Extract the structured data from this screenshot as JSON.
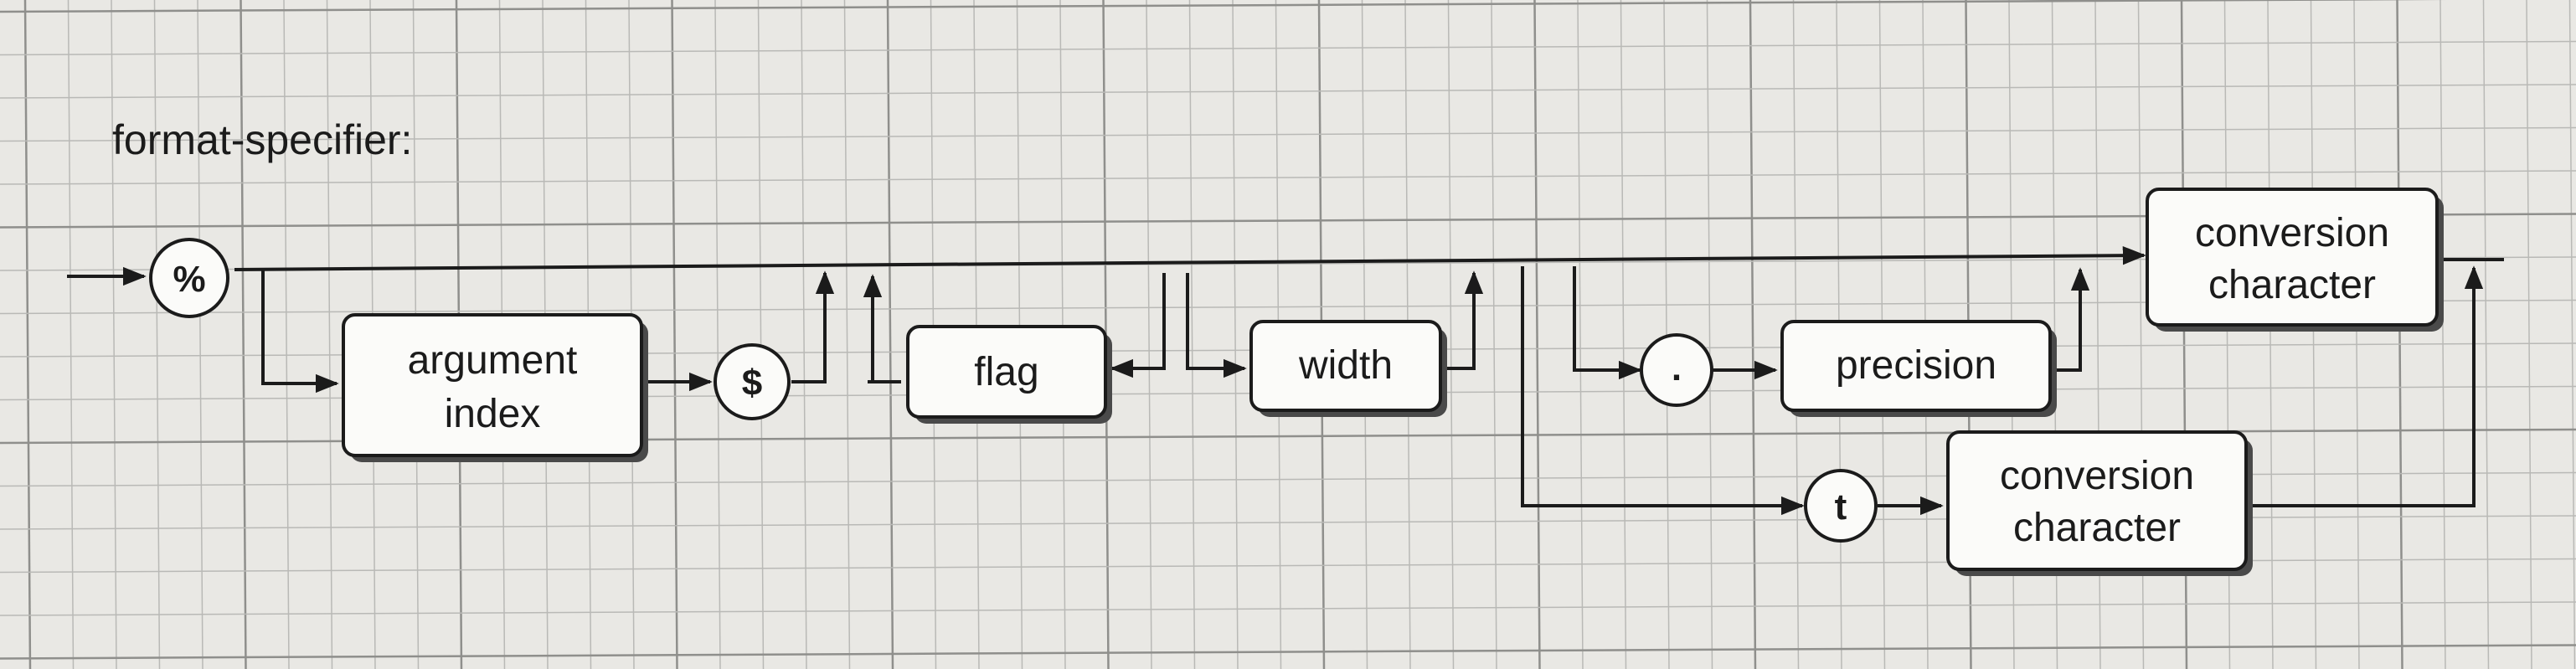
{
  "diagram": {
    "title": "format-specifier:",
    "terminals": {
      "percent": "%",
      "dollar": "$",
      "dot": ".",
      "t": "t"
    },
    "boxes": {
      "argument_index": [
        "argument",
        "index"
      ],
      "flag": "flag",
      "width": "width",
      "precision": "precision",
      "conversion_top": [
        "conversion",
        "character"
      ],
      "conversion_bottom": [
        "conversion",
        "character"
      ]
    }
  }
}
